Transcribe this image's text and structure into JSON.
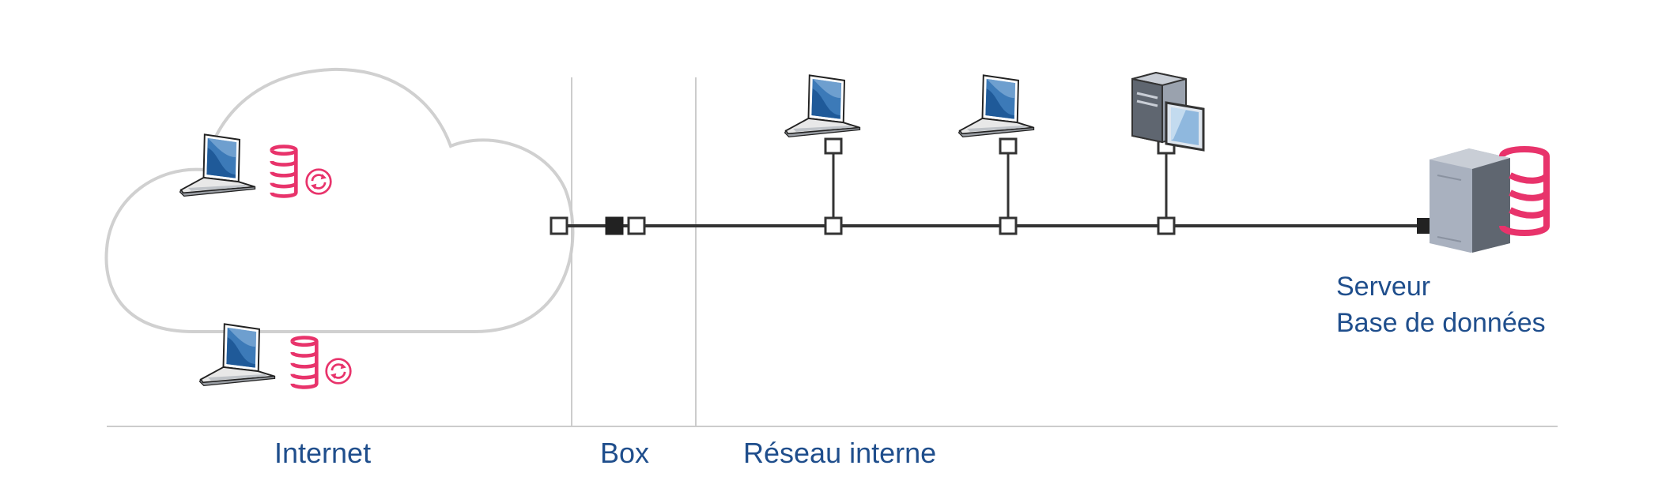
{
  "zones": {
    "internet": "Internet",
    "box": "Box",
    "reseau_interne": "Réseau interne"
  },
  "server": {
    "line1": "Serveur",
    "line2": "Base de données"
  },
  "icons": {
    "cloud": "cloud-icon",
    "laptop": "laptop-icon",
    "database": "database-icon",
    "sync": "sync-icon",
    "desktop": "desktop-computer-icon",
    "server": "server-tower-icon",
    "port": "network-port-icon"
  },
  "colors": {
    "label": "#1f4e8c",
    "accent": "#e8336b",
    "line": "#333333",
    "cloud": "#d0d0d0",
    "divider": "#cccccc",
    "screen": "#2f6fb0",
    "server_body": "#a9b1bf",
    "server_dark": "#5f6670"
  }
}
